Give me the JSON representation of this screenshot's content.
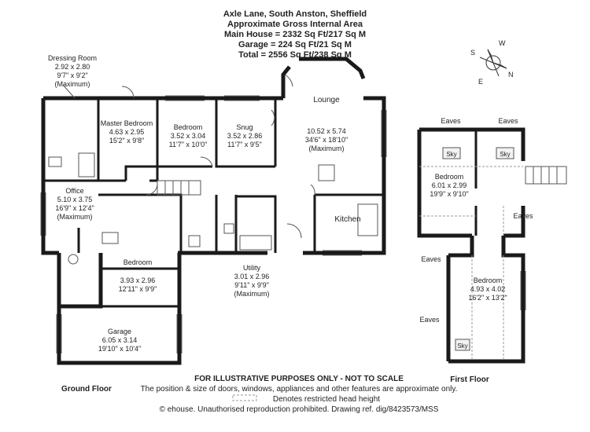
{
  "header": {
    "address": "Axle Lane, South Anston, Sheffield",
    "area_title": "Approximate Gross Internal Area",
    "main_house": "Main House = 2332 Sq Ft/217 Sq M",
    "garage": "Garage = 224 Sq Ft/21 Sq M",
    "total": "Total = 2556 Sq Ft/238 Sq M"
  },
  "compass": {
    "north": "N",
    "south": "S",
    "east": "E",
    "west": "W"
  },
  "rooms": {
    "dressing": {
      "name": "Dressing Room",
      "metric": "2.92 x 2.80",
      "imperial": "9'7\" x 9'2\"",
      "note": "(Maximum)"
    },
    "master": {
      "name": "Master Bedroom",
      "metric": "4.63 x 2.95",
      "imperial": "15'2\" x 9'8\""
    },
    "bedroom1": {
      "name": "Bedroom",
      "metric": "3.52 x 3.04",
      "imperial": "11'7\" x 10'0\""
    },
    "snug": {
      "name": "Snug",
      "metric": "3.52 x 2.86",
      "imperial": "11'7\" x 9'5\""
    },
    "lounge": {
      "name": "Lounge",
      "metric": "10.52 x 5.74",
      "imperial": "34'6\" x 18'10\"",
      "note": "(Maximum)"
    },
    "office": {
      "name": "Office",
      "metric": "5.10 x 3.75",
      "imperial": "16'9\" x 12'4\"",
      "note": "(Maximum)"
    },
    "kitchen": {
      "name": "Kitchen"
    },
    "bedroom2": {
      "name": "Bedroom",
      "metric": "3.93 x 2.96",
      "imperial": "12'11\" x 9'9\""
    },
    "utility": {
      "name": "Utility",
      "metric": "3.01 x 2.96",
      "imperial": "9'11\" x 9'9\"",
      "note": "(Maximum)"
    },
    "garage": {
      "name": "Garage",
      "metric": "6.05 x 3.14",
      "imperial": "19'10\" x 10'4\""
    },
    "bedroom3": {
      "name": "Bedroom",
      "metric": "6.01 x 2.99",
      "imperial": "19'9\" x 9'10\""
    },
    "bedroom4": {
      "name": "Bedroom",
      "metric": "4.93 x 4.02",
      "imperial": "16'2\" x 13'2\""
    }
  },
  "first_floor_labels": {
    "eaves": "Eaves",
    "sky": "Sky"
  },
  "floor_labels": {
    "ground": "Ground Floor",
    "first": "First Floor"
  },
  "footer": {
    "disclaimer": "FOR ILLUSTRATIVE PURPOSES ONLY - NOT TO SCALE",
    "note": "The position & size of doors, windows, appliances and other features are approximate only.",
    "legend": "Denotes restricted head height",
    "copyright": "© ehouse. Unauthorised reproduction prohibited. Drawing ref. dig/8423573/MSS"
  },
  "colors": {
    "wall": "#1a1a1a",
    "line": "#666666",
    "dash": "#999999"
  }
}
